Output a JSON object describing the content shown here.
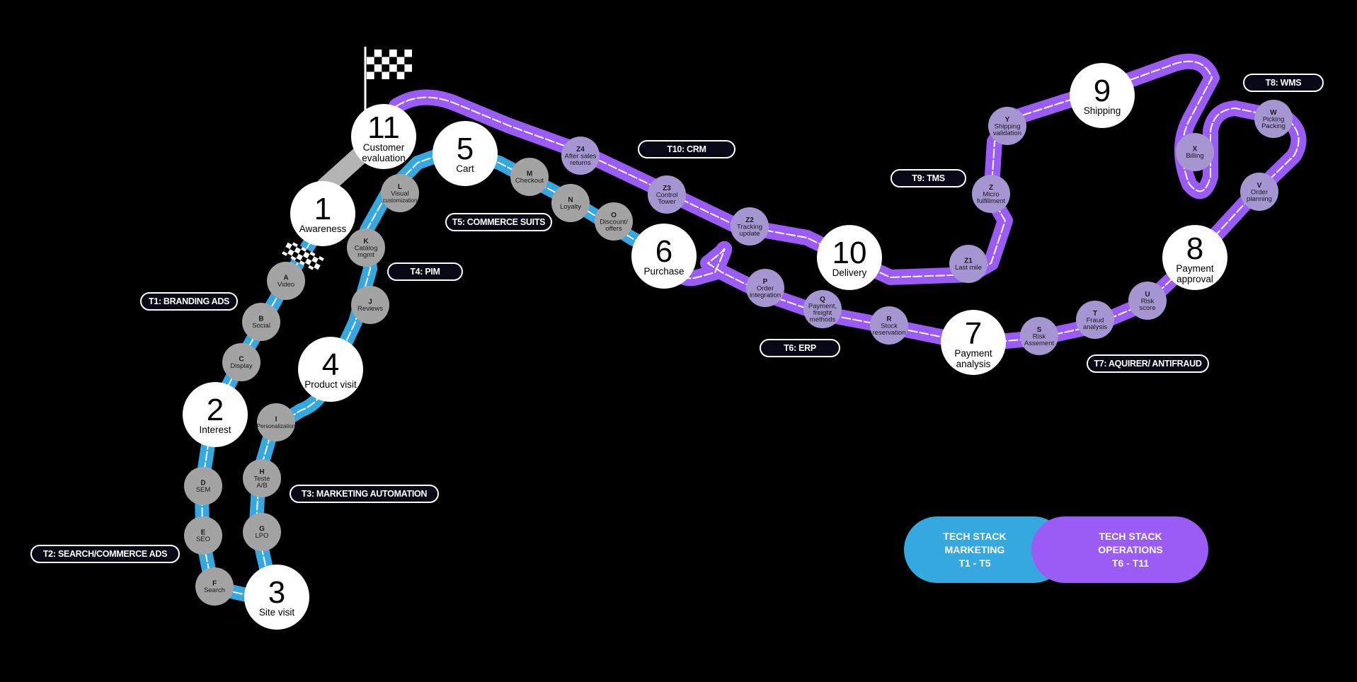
{
  "colors": {
    "marketing": "#35a8e0",
    "operations": "#9b5cf6",
    "grey": "#b4b4b4",
    "stop": "#a3a3a3",
    "stop_ops": "#a596d2",
    "background": "#000000"
  },
  "milestones": [
    {
      "id": "m1",
      "number": "1",
      "label": [
        "Awareness"
      ]
    },
    {
      "id": "m2",
      "number": "2",
      "label": [
        "Interest"
      ]
    },
    {
      "id": "m3",
      "number": "3",
      "label": [
        "Site visit"
      ]
    },
    {
      "id": "m4",
      "number": "4",
      "label": [
        "Product visit"
      ]
    },
    {
      "id": "m5",
      "number": "5",
      "label": [
        "Cart"
      ]
    },
    {
      "id": "m6",
      "number": "6",
      "label": [
        "Purchase"
      ]
    },
    {
      "id": "m7",
      "number": "7",
      "label": [
        "Payment",
        "analysis"
      ]
    },
    {
      "id": "m8",
      "number": "8",
      "label": [
        "Payment",
        "approval"
      ]
    },
    {
      "id": "m9",
      "number": "9",
      "label": [
        "Shipping"
      ]
    },
    {
      "id": "m10",
      "number": "10",
      "label": [
        "Delivery"
      ]
    },
    {
      "id": "m11",
      "number": "11",
      "label": [
        "Customer",
        "evaluation"
      ]
    }
  ],
  "stops": [
    {
      "id": "A",
      "code": "A",
      "label": [
        "Video"
      ]
    },
    {
      "id": "B",
      "code": "B",
      "label": [
        "Social"
      ]
    },
    {
      "id": "C",
      "code": "C",
      "label": [
        "Display"
      ]
    },
    {
      "id": "D",
      "code": "D",
      "label": [
        "SEM"
      ]
    },
    {
      "id": "E",
      "code": "E",
      "label": [
        "SEO"
      ]
    },
    {
      "id": "F",
      "code": "F",
      "label": [
        "Search"
      ]
    },
    {
      "id": "G",
      "code": "G",
      "label": [
        "LPO"
      ]
    },
    {
      "id": "H",
      "code": "H",
      "label": [
        "Teste",
        "A/B"
      ]
    },
    {
      "id": "I",
      "code": "I",
      "label": [
        "Personalization"
      ]
    },
    {
      "id": "J",
      "code": "J",
      "label": [
        "Reviews"
      ]
    },
    {
      "id": "K",
      "code": "K",
      "label": [
        "Catálog",
        "mgmt"
      ]
    },
    {
      "id": "L",
      "code": "L",
      "label": [
        "Visual",
        "customization"
      ]
    },
    {
      "id": "M",
      "code": "M",
      "label": [
        "Checkout"
      ]
    },
    {
      "id": "N",
      "code": "N",
      "label": [
        "Loyalty"
      ]
    },
    {
      "id": "O",
      "code": "O",
      "label": [
        "Discount/",
        "offers"
      ]
    },
    {
      "id": "P",
      "code": "P",
      "label": [
        "Order",
        "integration"
      ]
    },
    {
      "id": "Q",
      "code": "Q",
      "label": [
        "Payment,",
        "freight",
        "methods"
      ]
    },
    {
      "id": "R",
      "code": "R",
      "label": [
        "Stock",
        "reservation"
      ]
    },
    {
      "id": "S",
      "code": "S",
      "label": [
        "Risk",
        "Assement"
      ]
    },
    {
      "id": "T",
      "code": "T",
      "label": [
        "Fraud",
        "analysis"
      ]
    },
    {
      "id": "U",
      "code": "U",
      "label": [
        "Risk",
        "score"
      ]
    },
    {
      "id": "V",
      "code": "V",
      "label": [
        "Order",
        "planning"
      ]
    },
    {
      "id": "W",
      "code": "W",
      "label": [
        "Picking",
        "Packing"
      ]
    },
    {
      "id": "X",
      "code": "X",
      "label": [
        "Billing"
      ]
    },
    {
      "id": "Y",
      "code": "Y",
      "label": [
        "Shipping",
        "validation"
      ]
    },
    {
      "id": "Z",
      "code": "Z",
      "label": [
        "Micro",
        "fulfillment"
      ]
    },
    {
      "id": "Z1",
      "code": "Z1",
      "label": [
        "Last mile"
      ]
    },
    {
      "id": "Z2",
      "code": "Z2",
      "label": [
        "Tracking",
        "update"
      ]
    },
    {
      "id": "Z3",
      "code": "Z3",
      "label": [
        "Control",
        "Tower"
      ]
    },
    {
      "id": "Z4",
      "code": "Z4",
      "label": [
        "After sales",
        "returns"
      ]
    }
  ],
  "tech_tags": {
    "t1": "T1: BRANDING ADS",
    "t2": "T2: SEARCH/COMMERCE ADS",
    "t3": "T3: MARKETING AUTOMATION",
    "t4": "T4: PIM",
    "t5": "T5: COMMERCE SUITS",
    "t6": "T6: ERP",
    "t7": "T7: AQUIRER/ ANTIFRAUD",
    "t8": "T8: WMS",
    "t9": "T9: TMS",
    "t10": "T10: CRM"
  },
  "legend": {
    "marketing": [
      "TECH STACK",
      "MARKETING",
      "T1 - T5"
    ],
    "operations": [
      "TECH STACK",
      "OPERATIONS",
      "T6 - T11"
    ]
  }
}
